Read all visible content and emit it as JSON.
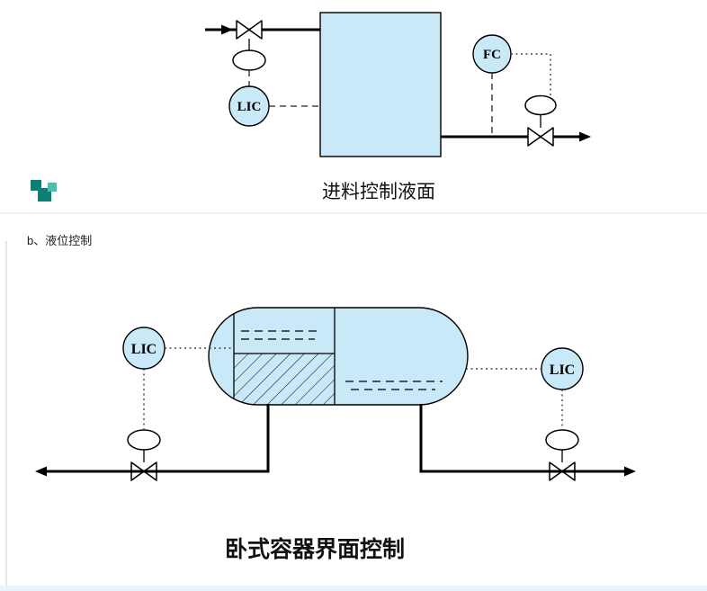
{
  "colors": {
    "fill_light_blue": "#c9e9f8",
    "divider_gray": "#e4e4e4",
    "logo_teal_dark": "#0c7f74",
    "logo_teal_light": "#49bfb2"
  },
  "section_label": "b、液位控制",
  "diagram_feed": {
    "caption": "进料控制液面",
    "level_controller_label": "LIC",
    "flow_controller_label": "FC"
  },
  "diagram_vessel": {
    "caption": "卧式容器界面控制",
    "level_controller_left_label": "LIC",
    "level_controller_right_label": "LIC"
  }
}
